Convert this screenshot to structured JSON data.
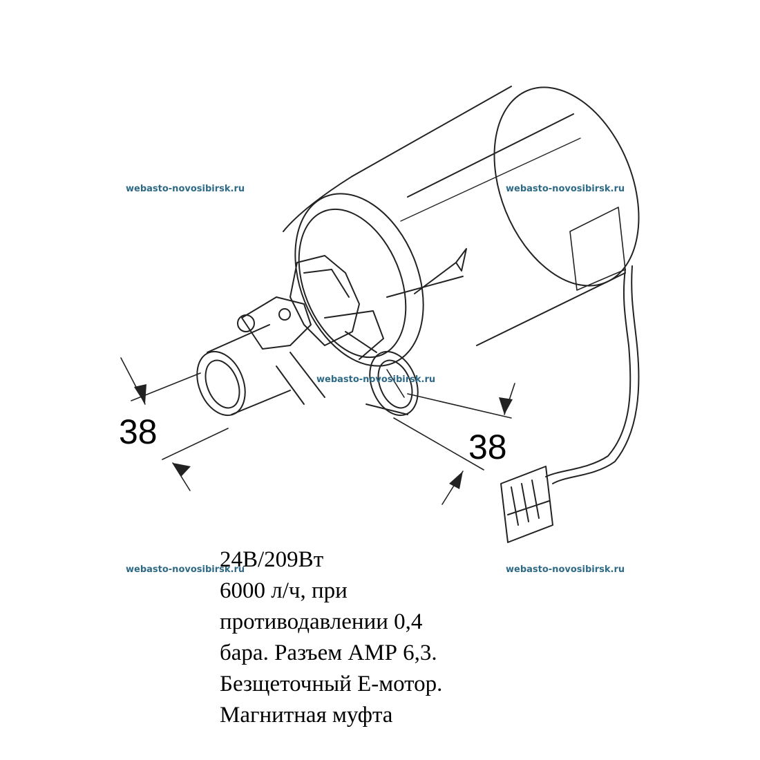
{
  "watermarks": [
    "webasto-novosibirsk.ru",
    "webasto-novosibirsk.ru",
    "webasto-novosibirsk.ru",
    "webasto-novosibirsk.ru",
    "webasto-novosibirsk.ru"
  ],
  "dimensions": {
    "inlet": "38",
    "outlet": "38"
  },
  "description": [
    "24В/209Вт",
    "6000 л/ч, при",
    "противодавлении 0,4",
    "бара. Разъем АМР 6,3.",
    "Безщеточный Е-мотор.",
    "Магнитная муфта"
  ],
  "colors": {
    "watermark": "#2e6a85",
    "line": "#222222"
  }
}
